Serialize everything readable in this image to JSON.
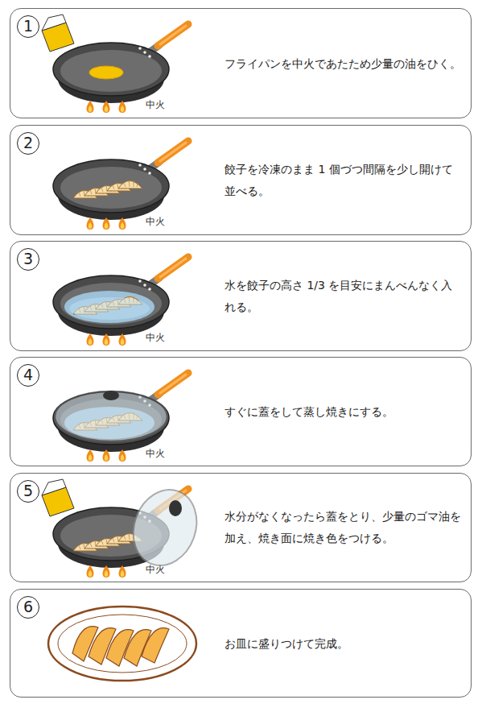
{
  "diagram": {
    "nodes": [
      {
        "text": [
          "1",
          "フライパンを中火であたため少量の油をひく。",
          "中火"
        ]
      },
      {
        "text": [
          "2",
          "餃子を冷凍のまま 1 個づつ間隔を少し開けて並べる。",
          "中火"
        ]
      },
      {
        "text": [
          "3",
          "水を餃子の高さ 1/3 を目安にまんべんなく入れる。",
          "中火"
        ]
      },
      {
        "text": [
          "4",
          "すぐに蓋をして蒸し焼きにする。",
          "中火"
        ]
      },
      {
        "text": [
          "5",
          "水分がなくなったら蓋をとり、少量のゴマ油を加え、焼き面に焼き色をつける。",
          "中火"
        ]
      },
      {
        "text": [
          "6",
          "お皿に盛りつけて完成。"
        ]
      }
    ]
  }
}
